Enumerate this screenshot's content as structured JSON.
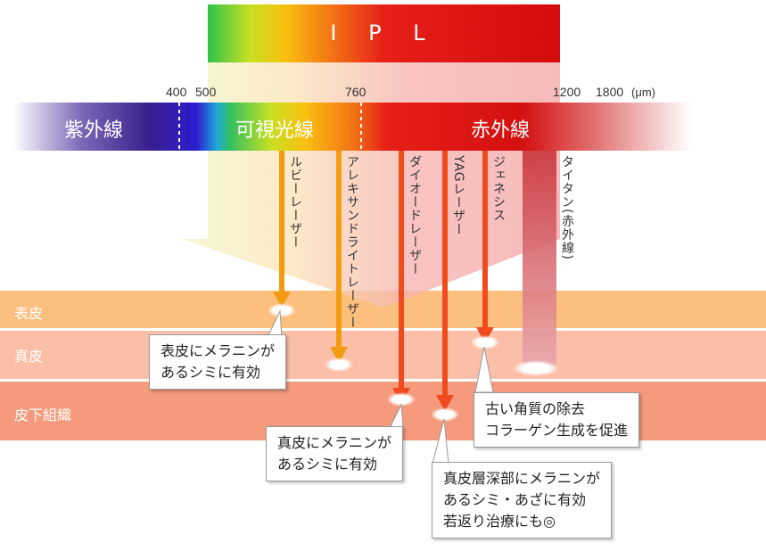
{
  "ipl": {
    "label": "I P L"
  },
  "wavelengths": {
    "w400": "400",
    "w500": "500",
    "w760": "760",
    "w1200": "1200",
    "w1800": "1800",
    "unit": "(μm)"
  },
  "regions": {
    "uv": "紫外線",
    "visible": "可視光線",
    "ir": "赤外線"
  },
  "layers": {
    "epidermis": "表皮",
    "dermis": "真皮",
    "subcutis": "皮下組織"
  },
  "lasers": {
    "ruby": "ルビーレーザー",
    "alexandrite": "アレキサンドライトレーザー",
    "diode": "ダイオードレーザー",
    "yag": "YAGレーザー",
    "genesis": "ジェネシス",
    "titan": "タイタン(赤外線)"
  },
  "callouts": {
    "c1": "表皮にメラニンが\nあるシミに有効",
    "c2": "真皮にメラニンが\nあるシミに有効",
    "c3": "古い角質の除去\nコラーゲン生成を促進",
    "c4": "真皮層深部にメラニンが\nあるシミ・あざに有効\n若返り治療にも◎"
  },
  "colors": {
    "epidermis": "#fbbf7e",
    "dermis": "#fbbfa8",
    "subcutis": "#f59a7c",
    "uv": "#3b1e8c",
    "ir": "#d41010",
    "ruby_arrow": "#f39c12",
    "diode_arrow": "#f04b1d",
    "titan_bar": "#c9343a"
  }
}
